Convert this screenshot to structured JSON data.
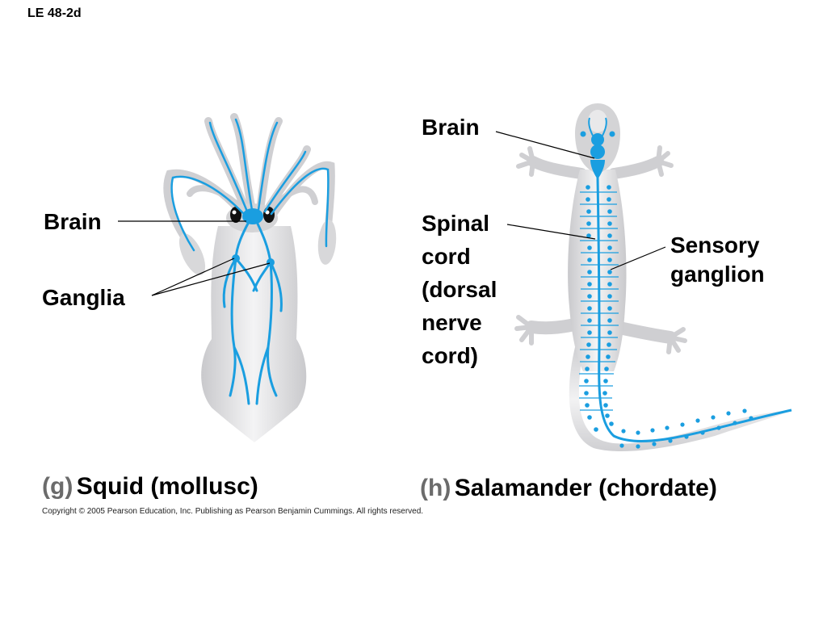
{
  "slide_id": "LE 48-2d",
  "squid": {
    "brain_label": "Brain",
    "ganglia_label": "Ganglia",
    "caption_letter": "(g)",
    "caption_text": "Squid (mollusc)"
  },
  "salamander": {
    "brain_label": "Brain",
    "spinal_cord_lines": [
      "Spinal",
      "cord",
      "(dorsal",
      "nerve",
      "cord)"
    ],
    "sensory_ganglion_lines": [
      "Sensory",
      "ganglion"
    ],
    "caption_letter": "(h)",
    "caption_text": "Salamander (chordate)"
  },
  "copyright": "Copyright © 2005 Pearson Education, Inc. Publishing as Pearson Benjamin Cummings. All rights reserved.",
  "colors": {
    "body": "#d4d4d6",
    "body_highlight": "#f2f2f3",
    "nerve": "#1a9ee0",
    "line": "#000000"
  }
}
